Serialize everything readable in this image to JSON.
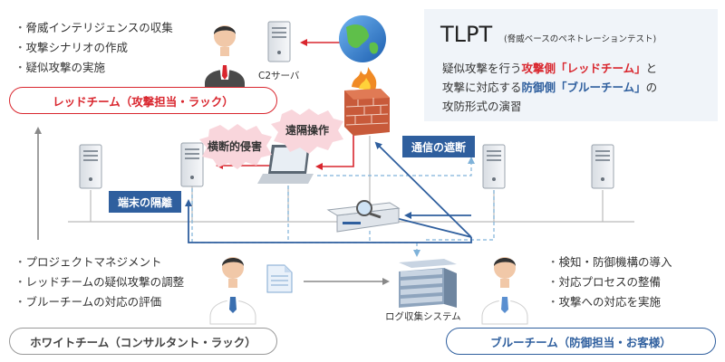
{
  "red_team": {
    "bullets": [
      "脅威インテリジェンスの収集",
      "攻撃シナリオの作成",
      "疑似攻撃の実施"
    ],
    "label": "レッドチーム（攻撃担当・ラック）"
  },
  "white_team": {
    "bullets": [
      "プロジェクトマネジメント",
      "レッドチームの疑似攻撃の調整",
      "ブルーチームの対応の評価"
    ],
    "label": "ホワイトチーム（コンサルタント・ラック）"
  },
  "blue_team": {
    "bullets": [
      "検知・防御機構の導入",
      "対応プロセスの整備",
      "攻撃への対応を実施"
    ],
    "label": "ブルーチーム（防御担当・お客様）"
  },
  "callout": {
    "title": "TLPT",
    "subtitle": "(脅威ベースのペネトレーションテスト)",
    "line1": {
      "a": "疑似攻撃を行う",
      "b": "攻撃側「レッドチーム」",
      "c": "と"
    },
    "line2": {
      "a": "攻撃に対応する",
      "b": "防御側「ブルーチーム」",
      "c": "の"
    },
    "line3": "攻防形式の演習"
  },
  "labels": {
    "c2_server": "C2サーバ",
    "remote_operation": "遠隔操作",
    "lateral_movement": "横断的侵害",
    "block_communication": "通信の遮断",
    "isolate_terminal": "端末の隔離",
    "log_system": "ログ収集システム"
  },
  "colors": {
    "red": "#d9262e",
    "blue": "#2f5f9e",
    "gray_line": "#999999",
    "dashed": "#7fb2d9",
    "callout_bg": "#f0f4f9",
    "burst": "#f9d6dc"
  }
}
